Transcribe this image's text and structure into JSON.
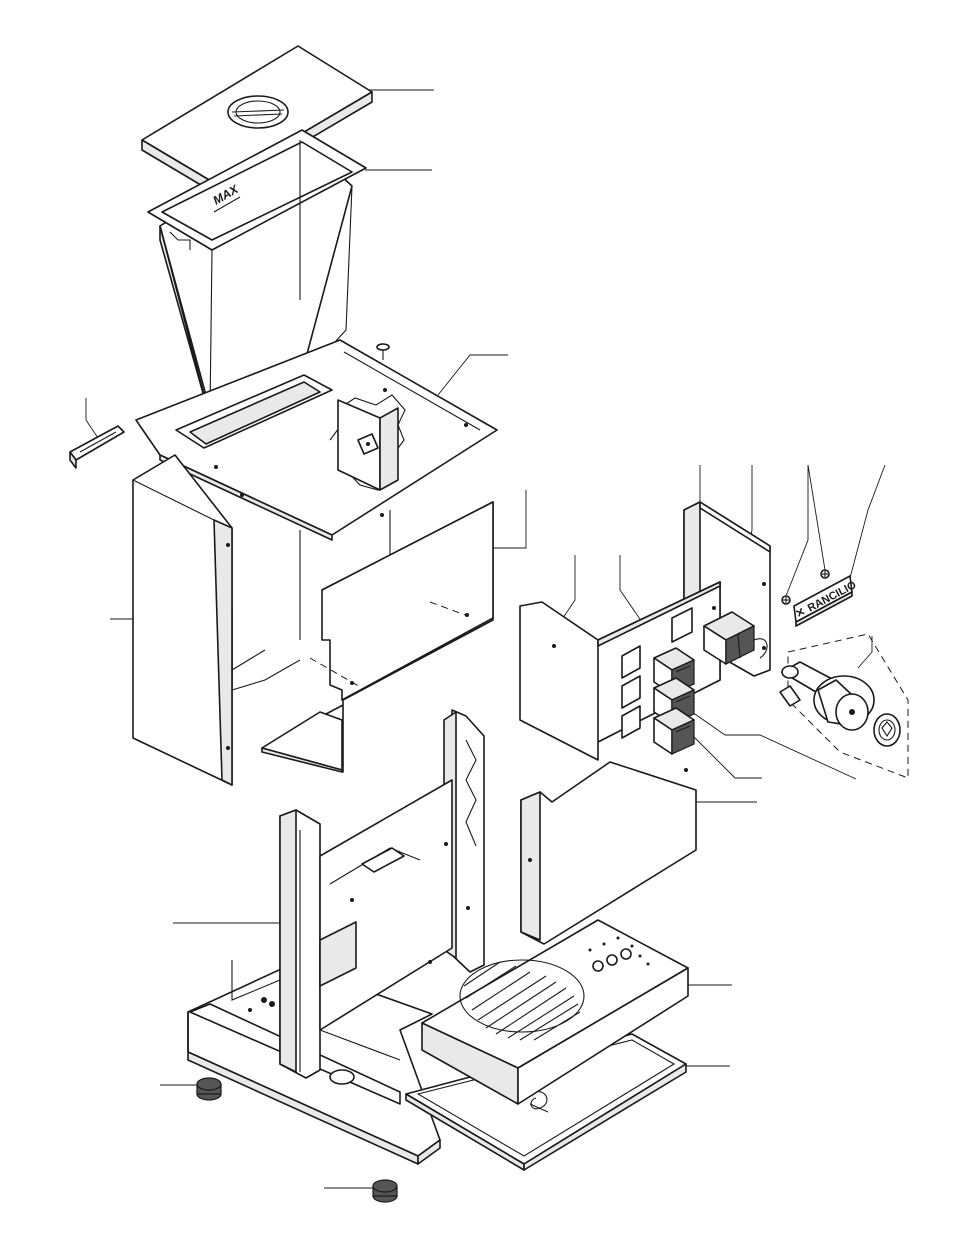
{
  "diagram": {
    "hopper_label": "MAX",
    "badge_label": "RANCILIO",
    "colors": {
      "line": "#1a1a1a",
      "background": "#ffffff",
      "shade": "#e9e9e9",
      "rubber": "#555555"
    },
    "parts": [
      "hopper-lid",
      "hopper",
      "top-cover",
      "retaining-clip",
      "hopper-tab",
      "left-side-panel",
      "back-panel",
      "rear-frame",
      "switch-panel",
      "switch-upper",
      "switch-middle",
      "switch-lower",
      "dual-switch",
      "badge-screws",
      "brand-badge",
      "knob",
      "front-panel",
      "main-frame",
      "drip-grid",
      "drip-tray",
      "rubber-foot-left",
      "rubber-foot-front"
    ]
  }
}
